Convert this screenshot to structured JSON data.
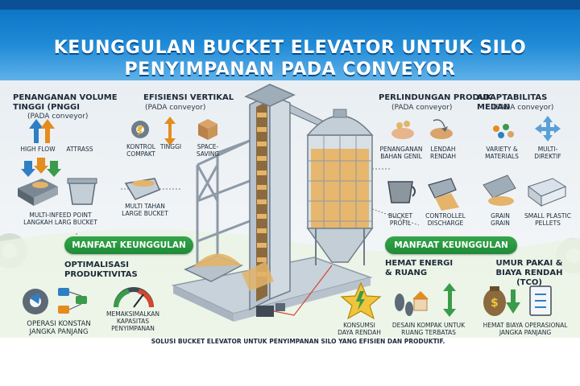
{
  "header": {
    "title_line1": "KEUNGGULAN BUCKET ELEVATOR UNTUK SILO",
    "title_line2": "PENYIMPANAN PADA CONVEYOR"
  },
  "sections": {
    "volume": {
      "title_line1": "PENANGANAN VOLUME",
      "title_line2": "TINGGI (PNGGI",
      "subtitle": "(PADA conveyor)",
      "label_high_flow": "HIGH FLOW",
      "label_attrass": "ATTRASS",
      "label_bottom_line1": "MULTI-INFEED POINT",
      "label_bottom_line2": "LANGKAH LARG BUCKET"
    },
    "vertical": {
      "title": "EFISIENSI VERTIKAL",
      "subtitle": "(PADA conveyor)",
      "label_kontrol_line1": "KONTROL",
      "label_kontrol_line2": "COMPAKT",
      "label_tinggi": "TINGGI",
      "label_space_line1": "SPACE-",
      "label_space_line2": "SAVING",
      "label_bucket_line1": "MULTI TAHAN",
      "label_bucket_line2": "LARGE BUCKET"
    },
    "protection": {
      "title": "PERLINDUNGAN PRODUK",
      "subtitle": "(PADA conveyor)",
      "label_gentle_line1": "PENANGANAN",
      "label_gentle_line2": "BAHAN GENIL",
      "label_low_line1": "LENDAH",
      "label_low_line2": "RENDAH",
      "label_profile_line1": "BUCKET",
      "label_profile_line2": "PROFIL",
      "label_discharge_line1": "CONTROLLEL",
      "label_discharge_line2": "DISCHARGE"
    },
    "adapt": {
      "title": "ADAPTABILITAS MEDAN",
      "subtitle": "(PADA conveyor)",
      "label_variety_line1": "VARIETY &",
      "label_variety_line2": "MATERIALS",
      "label_multi_line1": "MULTI-",
      "label_multi_line2": "DIREKTIF",
      "label_grain_line1": "GRAIN",
      "label_grain_line2": "GRAIN",
      "label_pellets_line1": "SMALL PLASTIC",
      "label_pellets_line2": "PELLETS"
    },
    "ribbon_left": "MANFAAT KEUNGGULAN",
    "ribbon_right": "MANFAAT KEUNGGULAN",
    "productivity": {
      "title_line1": "OPTIMALISASI",
      "title_line2": "PRODUKTIVITAS",
      "label_ops_line1": "OPERASI KONSTAN",
      "label_ops_line2": "JANGKA PANJANG",
      "label_cap_line1": "MEMAKSIMALKAN",
      "label_cap_line2": "KAPASITAS",
      "label_cap_line3": "PENYIMPANAN"
    },
    "energy": {
      "title_line1": "HEMAT ENERGI",
      "title_line2": "& RUANG",
      "label_power_line1": "KONSUMSI",
      "label_power_line2": "DAYA RENDAH",
      "label_compact_line1": "DESAIN KOMPAK UNTUK",
      "label_compact_line2": "RUANG TERBATAS"
    },
    "lifetime": {
      "title_line1": "UMUR PAKAI &",
      "title_line2": "BIAYA RENDAH (TCO)",
      "label_cost_line1": "HEMAT BIAYA OPERASIONAL",
      "label_cost_line2": "JANGKA PANJANG"
    }
  },
  "footer": "SOLUSI BUCKET ELEVATOR UNTUK PENYIMPANAN SILO YANG EFISIEN DAN PRODUKTIF.",
  "colors": {
    "header_blue": "#1f8ad6",
    "ribbon_green": "#2a9a40",
    "silo_grain": "#e8b25f",
    "steel": "#b7c2cc"
  }
}
